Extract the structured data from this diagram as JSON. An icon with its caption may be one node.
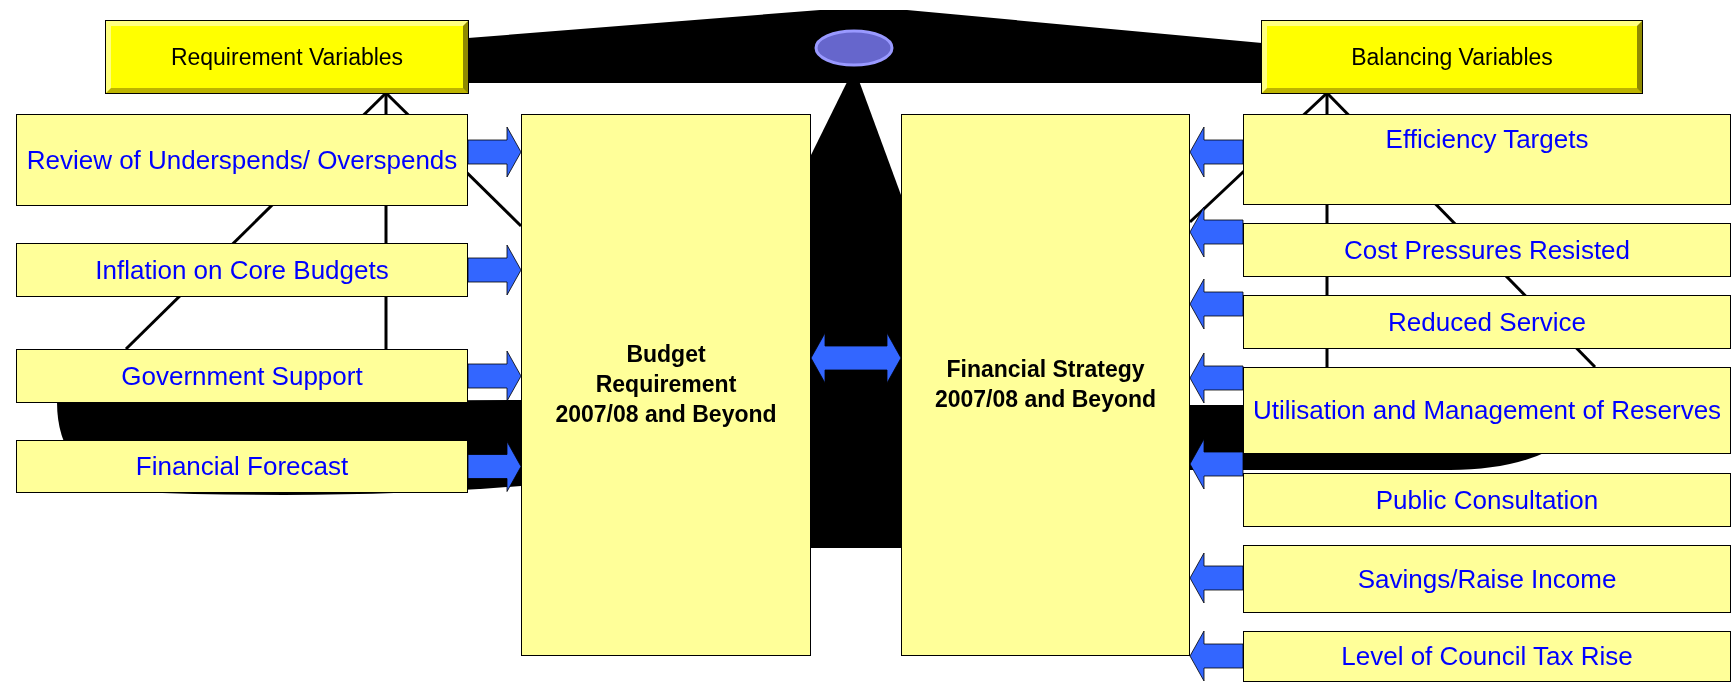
{
  "diagram": {
    "nodes": [
      {
        "text": [
          "Requirement Variables"
        ]
      },
      {
        "text": [
          "Review of Underspends/ Overspends"
        ]
      },
      {
        "text": [
          "Inflation on Core Budgets"
        ]
      },
      {
        "text": [
          "Government Support"
        ]
      },
      {
        "text": [
          "Financial Forecast"
        ]
      },
      {
        "text": [
          "Budget Requirement 2007/08 and Beyond"
        ]
      },
      {
        "text": [
          "Financial Strategy 2007/08 and Beyond"
        ]
      },
      {
        "text": [
          "Balancing Variables"
        ]
      },
      {
        "text": [
          "Efficiency Targets"
        ]
      },
      {
        "text": [
          "Cost Pressures Resisted"
        ]
      },
      {
        "text": [
          "Reduced Service"
        ]
      },
      {
        "text": [
          "Utilisation and Management of Reserves"
        ]
      },
      {
        "text": [
          "Public Consultation"
        ]
      },
      {
        "text": [
          "Savings/Raise Income"
        ]
      },
      {
        "text": [
          "Level of Council Tax Rise"
        ]
      }
    ],
    "edges": [
      {
        "from": 1,
        "to": 5,
        "arrow": "to"
      },
      {
        "from": 2,
        "to": 5,
        "arrow": "to"
      },
      {
        "from": 3,
        "to": 5,
        "arrow": "to"
      },
      {
        "from": 4,
        "to": 5,
        "arrow": "to"
      },
      {
        "from": 5,
        "to": 6,
        "arrow": "both"
      },
      {
        "from": 8,
        "to": 6,
        "arrow": "to"
      },
      {
        "from": 9,
        "to": 6,
        "arrow": "to"
      },
      {
        "from": 10,
        "to": 6,
        "arrow": "to"
      },
      {
        "from": 11,
        "to": 6,
        "arrow": "to"
      },
      {
        "from": 12,
        "to": 6,
        "arrow": "to"
      },
      {
        "from": 13,
        "to": 6,
        "arrow": "to"
      },
      {
        "from": 14,
        "to": 6,
        "arrow": "to"
      }
    ]
  }
}
